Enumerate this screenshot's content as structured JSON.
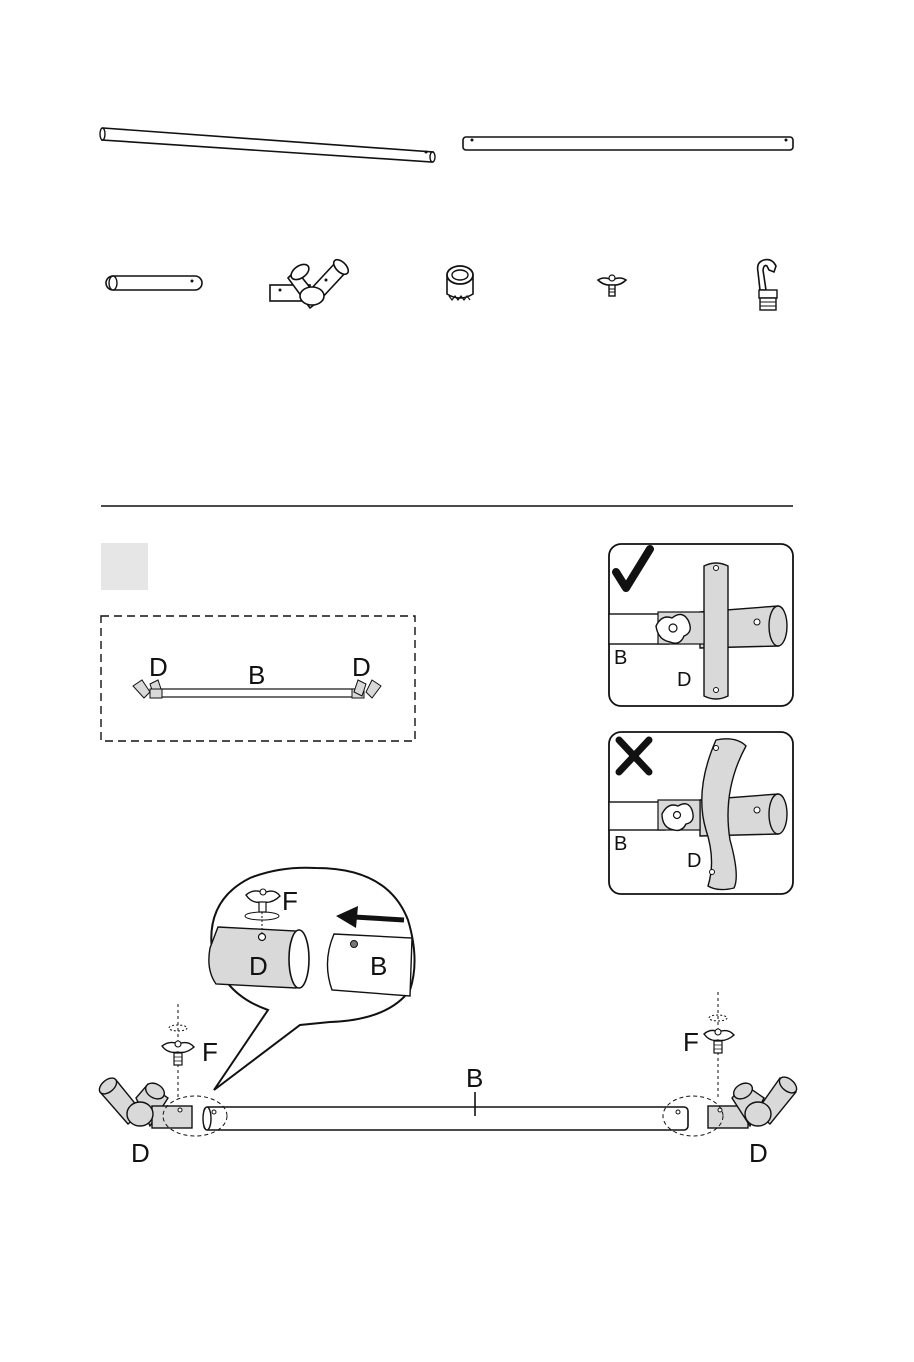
{
  "page": {
    "bg_color": "#ffffff",
    "line_color": "#111111",
    "tube_fill": "#ffffff",
    "connector_fill": "#d9d9d9",
    "step_box_fill": "#e6e6e6"
  },
  "parts": {
    "items": [
      {
        "icon": "long-pole-icon"
      },
      {
        "icon": "long-tube-icon"
      },
      {
        "icon": "short-tube-icon"
      },
      {
        "icon": "corner-connector-icon"
      },
      {
        "icon": "clamp-ring-icon"
      },
      {
        "icon": "wing-screw-icon"
      },
      {
        "icon": "hook-icon"
      }
    ]
  },
  "overview": {
    "label_left_d": "D",
    "label_b": "B",
    "label_right_d": "D"
  },
  "correct_panel": {
    "symbol": "check-mark-icon",
    "label_b": "B",
    "label_d": "D"
  },
  "incorrect_panel": {
    "symbol": "cross-mark-icon",
    "label_b": "B",
    "label_d": "D"
  },
  "zoom": {
    "label_f": "F",
    "label_d": "D",
    "label_b": "B"
  },
  "assembly": {
    "label_left_f": "F",
    "label_left_d": "D",
    "label_b": "B",
    "label_right_f": "F",
    "label_right_d": "D"
  }
}
